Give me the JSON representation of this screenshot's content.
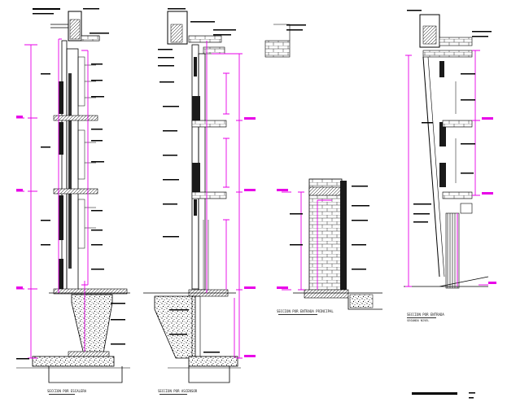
{
  "captions": {
    "section1": "SECCION POR ESCALERA",
    "section2": "SECCION POR ASCENSOR",
    "section3": "SECCION POR ENTRADA PRINCIPAL",
    "section4_line1": "SECCION POR ENTRADA",
    "section4_line2": "SEGUNDO NIVEL"
  },
  "colors": {
    "line": "#000000",
    "dimension": "#e800e8",
    "background": "#ffffff",
    "fill_dark": "#1a1a1a"
  }
}
